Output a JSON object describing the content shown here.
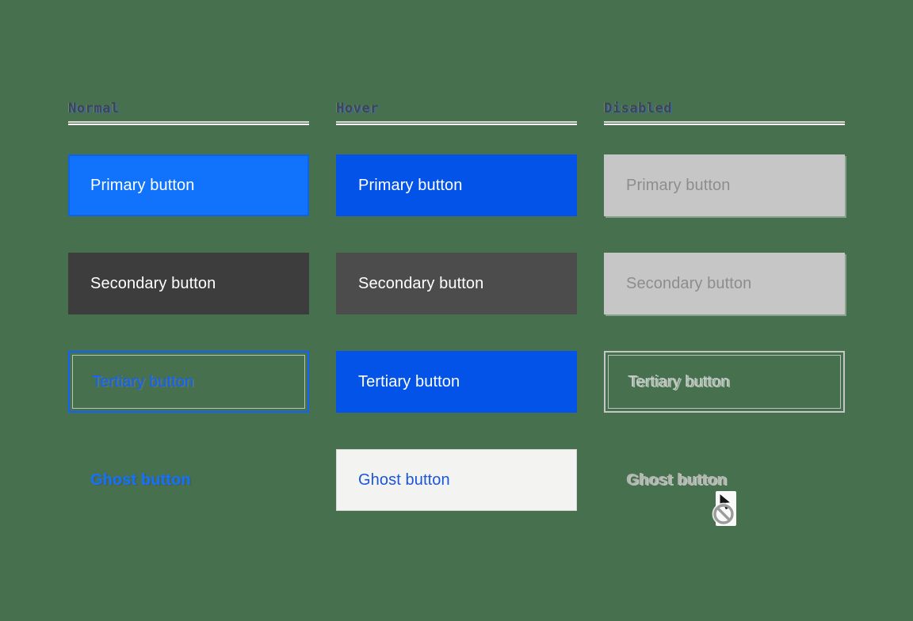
{
  "colors": {
    "page-bg": "#47704f",
    "primary": "#1173fc",
    "primary-hover": "#0453e9",
    "secondary": "#3d3d3d",
    "secondary-hover": "#4c4c4c",
    "disabled-bg": "#c6c6c6",
    "disabled-text": "#8d8d8d",
    "blue": "#0f62fe",
    "disabled-outline": "#c6c6c6",
    "ghost-hover-bg": "#f3f4f2",
    "ghost-hover-text": "#1b55d9",
    "ghost-disabled-text": "#b4b4b0",
    "header-text": "#3f4649",
    "rule-light": "#d8d8d0",
    "on-color": "#ffffff"
  },
  "columns": [
    {
      "label": "Normal",
      "buttons": [
        {
          "label": "Primary button"
        },
        {
          "label": "Secondary button"
        },
        {
          "label": "Tertiary button"
        },
        {
          "label": "Ghost button"
        }
      ]
    },
    {
      "label": "Hover",
      "buttons": [
        {
          "label": "Primary button"
        },
        {
          "label": "Secondary button"
        },
        {
          "label": "Tertiary button"
        },
        {
          "label": "Ghost button"
        }
      ]
    },
    {
      "label": "Disabled",
      "buttons": [
        {
          "label": "Primary button"
        },
        {
          "label": "Secondary button"
        },
        {
          "label": "Tertiary button"
        },
        {
          "label": "Ghost button"
        }
      ]
    }
  ],
  "cursor": {
    "name": "not-allowed-cursor"
  }
}
